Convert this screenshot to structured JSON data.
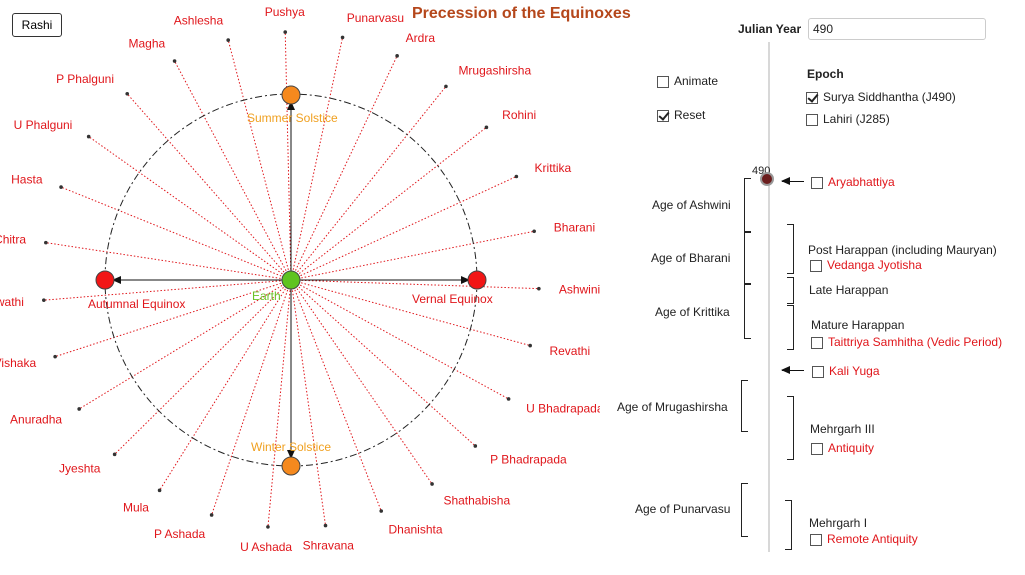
{
  "title": "Precession of the Equinoxes",
  "rashi_button": "Rashi",
  "julian": {
    "label": "Julian Year",
    "value": "490"
  },
  "controls": {
    "animate": {
      "label": "Animate",
      "checked": false
    },
    "reset": {
      "label": "Reset",
      "checked": true
    }
  },
  "epoch": {
    "label": "Epoch",
    "options": [
      {
        "label": "Surya Siddhantha (J490)",
        "checked": true
      },
      {
        "label": "Lahiri (J285)",
        "checked": false
      }
    ]
  },
  "slider_value": "490",
  "nakshatras": [
    "Ashwini",
    "Bharani",
    "Krittika",
    "Rohini",
    "Mrugashirsha",
    "Ardra",
    "Punarvasu",
    "Pushya",
    "Ashlesha",
    "Magha",
    "P Phalguni",
    "U Phalguni",
    "Hasta",
    "Chitra",
    "Swathi",
    "Vishaka",
    "Anuradha",
    "Jyeshta",
    "Mula",
    "P Ashada",
    "U Ashada",
    "Shravana",
    "Dhanishta",
    "Shathabisha",
    "P Bhadrapada",
    "U Bhadrapada",
    "Revathi"
  ],
  "diagram": {
    "earth": "Earth",
    "summer": "Summer Solstice",
    "winter": "Winter Solstice",
    "vernal": "Vernal Equinox",
    "autumnal": "Autumnal Equinox"
  },
  "ages": [
    "Age of Ashwini",
    "Age of Bharani",
    "Age of Krittika",
    "Age of Mrugashirsha",
    "Age of Punarvasu"
  ],
  "eras": {
    "post_harappan": "Post Harappan (including Mauryan)",
    "late_harappan": "Late Harappan",
    "mature_harappan": "Mature Harappan",
    "mehrgarh3": "Mehrgarh III",
    "mehrgarh1": "Mehrgarh I"
  },
  "texts": {
    "aryabhattiya": "Aryabhattiya",
    "vedanga": "Vedanga Jyotisha",
    "taittiriya": "Taittriya Samhitha (Vedic Period)",
    "kali": "Kali Yuga",
    "antiquity": "Antiquity",
    "remote": "Remote Antiquity"
  },
  "colors": {
    "title": "#b5471b",
    "red": "#e0161b",
    "orange": "#f5891e",
    "green": "#5fc420",
    "solstice_text": "#f0a020",
    "earth_text": "#6cc026"
  }
}
